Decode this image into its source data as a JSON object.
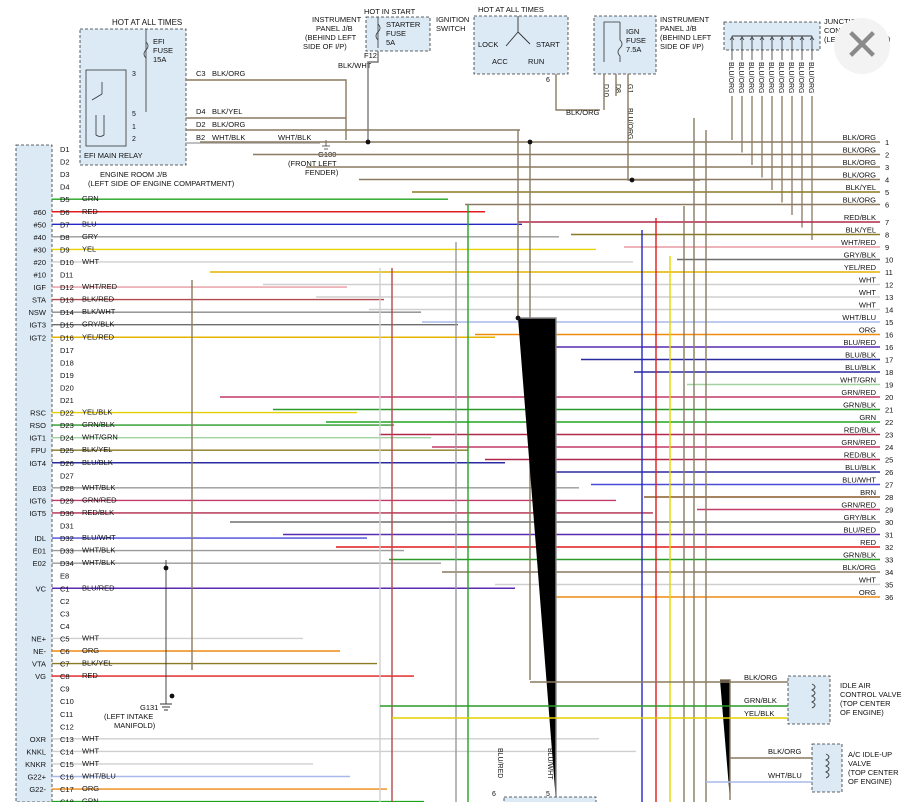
{
  "top_labels": {
    "hot_all_times_left": "HOT AT ALL TIMES",
    "efi_fuse": [
      "EFI",
      "FUSE",
      "15A"
    ],
    "efi_relay": "EFI MAIN RELAY",
    "engine_room_jb": [
      "ENGINE ROOM J/B",
      "(LEFT SIDE OF ENGINE COMPARTMENT)"
    ],
    "instrument_panel_jb_left": [
      "INSTRUMENT",
      "PANEL J/B",
      "(BEHIND LEFT",
      "SIDE OF I/P)"
    ],
    "hot_in_start": "HOT IN START",
    "starter_fuse": [
      "STARTER",
      "FUSE",
      "5A"
    ],
    "f12": "F12",
    "ignition_switch": [
      "IGNITION",
      "SWITCH"
    ],
    "hot_all_times_mid": "HOT AT ALL TIMES",
    "switch_positions": {
      "lock": "LOCK",
      "acc": "ACC",
      "start": "START",
      "run": "RUN"
    },
    "ign_fuse": [
      "IGN",
      "FUSE",
      "7.5A"
    ],
    "instrument_panel_jb_right": [
      "INSTRUMENT",
      "PANEL J/B",
      "(BEHIND LEFT",
      "SIDE OF I/P)"
    ],
    "junction_connector": [
      "JUNCTION",
      "CONNECTOR 3",
      "(LEFT SIDE OF I/P)"
    ],
    "g100": [
      "G100",
      "(FRONT LEFT",
      "FENDER)"
    ],
    "g131": [
      "G131",
      "(LEFT INTAKE",
      "MANIFOLD)"
    ]
  },
  "relay_pins": {
    "c3": "C3",
    "c3_wire": "BLK/ORG",
    "d4": "D4",
    "d4_wire": "BLK/YEL",
    "d2": "D2",
    "d2_wire": "BLK/ORG",
    "b2": "B2",
    "b2_wire": "WHT/BLK",
    "g100_wire": "WHT/BLK",
    "pin3": "3",
    "pin5": "5",
    "pin1": "1",
    "pin2": "2"
  },
  "misc_wires": {
    "blk_wht": "BLK/WHT",
    "blk_org": "BLK/ORG",
    "pin6": "6",
    "d10": "D10",
    "d8": "D8",
    "g1": "G1",
    "g1_wire": "BLU/ORG",
    "jc_wires": [
      "BLU/ORG",
      "BLU/ORG",
      "BLU/ORG",
      "BLU/ORG",
      "BLU/ORG",
      "BLU/ORG",
      "BLU/ORG",
      "BLU/ORG",
      "BLU/ORG"
    ],
    "bottom_wire_a": "BLU/RED",
    "bottom_wire_b": "BLU/WHT",
    "bottom_pin_a": "6",
    "bottom_pin_b": "5"
  },
  "ecm_pins": [
    {
      "sig": "",
      "pin": "D1",
      "wire": "",
      "color": ""
    },
    {
      "sig": "",
      "pin": "D2",
      "wire": "",
      "color": ""
    },
    {
      "sig": "",
      "pin": "D3",
      "wire": "",
      "color": ""
    },
    {
      "sig": "",
      "pin": "D4",
      "wire": "",
      "color": ""
    },
    {
      "sig": "",
      "pin": "D5",
      "wire": "GRN",
      "color": "#1ea51e"
    },
    {
      "sig": "#60",
      "pin": "D6",
      "wire": "RED",
      "color": "#e11b1b"
    },
    {
      "sig": "#50",
      "pin": "D7",
      "wire": "BLU",
      "color": "#2228c8"
    },
    {
      "sig": "#40",
      "pin": "D8",
      "wire": "GRY",
      "color": "#9a9a9a"
    },
    {
      "sig": "#30",
      "pin": "D9",
      "wire": "YEL",
      "color": "#e7d400"
    },
    {
      "sig": "#20",
      "pin": "D10",
      "wire": "WHT",
      "color": "#cfcfcf"
    },
    {
      "sig": "#10",
      "pin": "D11",
      "wire": "",
      "color": ""
    },
    {
      "sig": "IGF",
      "pin": "D12",
      "wire": "WHT/RED",
      "color": "#e89aa0"
    },
    {
      "sig": "STA",
      "pin": "D13",
      "wire": "BLK/RED",
      "color": "#b5484c"
    },
    {
      "sig": "NSW",
      "pin": "D14",
      "wire": "BLK/WHT",
      "color": "#8a8a8a"
    },
    {
      "sig": "IGT3",
      "pin": "D15",
      "wire": "GRY/BLK",
      "color": "#6e6e6e"
    },
    {
      "sig": "IGT2",
      "pin": "D16",
      "wire": "YEL/RED",
      "color": "#e3b400"
    },
    {
      "sig": "",
      "pin": "D17",
      "wire": "",
      "color": ""
    },
    {
      "sig": "",
      "pin": "D18",
      "wire": "",
      "color": ""
    },
    {
      "sig": "",
      "pin": "D19",
      "wire": "",
      "color": ""
    },
    {
      "sig": "",
      "pin": "D20",
      "wire": "",
      "color": ""
    },
    {
      "sig": "",
      "pin": "D21",
      "wire": "",
      "color": ""
    },
    {
      "sig": "RSC",
      "pin": "D22",
      "wire": "YEL/BLK",
      "color": "#e3d000"
    },
    {
      "sig": "RSO",
      "pin": "D23",
      "wire": "GRN/BLK",
      "color": "#2a9a2a"
    },
    {
      "sig": "IGT1",
      "pin": "D24",
      "wire": "WHT/GRN",
      "color": "#9fd29f"
    },
    {
      "sig": "FPU",
      "pin": "D25",
      "wire": "BLK/YEL",
      "color": "#8a7a22"
    },
    {
      "sig": "IGT4",
      "pin": "D26",
      "wire": "BLU/BLK",
      "color": "#2a2aa0"
    },
    {
      "sig": "",
      "pin": "D27",
      "wire": "",
      "color": ""
    },
    {
      "sig": "E03",
      "pin": "D28",
      "wire": "WHT/BLK",
      "color": "#9a9a9a"
    },
    {
      "sig": "IGT6",
      "pin": "D29",
      "wire": "GRN/RED",
      "color": "#c03a6a"
    },
    {
      "sig": "IGT5",
      "pin": "D30",
      "wire": "RED/BLK",
      "color": "#b0284a"
    },
    {
      "sig": "",
      "pin": "D31",
      "wire": "",
      "color": ""
    },
    {
      "sig": "IDL",
      "pin": "D32",
      "wire": "BLU/WHT",
      "color": "#4a4ad8"
    },
    {
      "sig": "E01",
      "pin": "D33",
      "wire": "WHT/BLK",
      "color": "#9a9a9a"
    },
    {
      "sig": "E02",
      "pin": "D34",
      "wire": "WHT/BLK",
      "color": "#9a9a9a"
    },
    {
      "sig": "",
      "pin": "E8",
      "wire": "",
      "color": ""
    },
    {
      "sig": "VC",
      "pin": "C1",
      "wire": "BLU/RED",
      "color": "#5a2ab0"
    },
    {
      "sig": "",
      "pin": "C2",
      "wire": "",
      "color": ""
    },
    {
      "sig": "",
      "pin": "C3",
      "wire": "",
      "color": ""
    },
    {
      "sig": "",
      "pin": "C4",
      "wire": "",
      "color": ""
    },
    {
      "sig": "NE+",
      "pin": "C5",
      "wire": "WHT",
      "color": "#cfcfcf"
    },
    {
      "sig": "NE-",
      "pin": "C6",
      "wire": "ORG",
      "color": "#ef8a10"
    },
    {
      "sig": "VTA",
      "pin": "C7",
      "wire": "BLK/YEL",
      "color": "#8a7a22"
    },
    {
      "sig": "VG",
      "pin": "C8",
      "wire": "RED",
      "color": "#e11b1b"
    },
    {
      "sig": "",
      "pin": "C9",
      "wire": "",
      "color": ""
    },
    {
      "sig": "",
      "pin": "C10",
      "wire": "",
      "color": ""
    },
    {
      "sig": "",
      "pin": "C11",
      "wire": "",
      "color": ""
    },
    {
      "sig": "",
      "pin": "C12",
      "wire": "",
      "color": ""
    },
    {
      "sig": "OXR",
      "pin": "C13",
      "wire": "WHT",
      "color": "#cfcfcf"
    },
    {
      "sig": "KNKL",
      "pin": "C14",
      "wire": "WHT",
      "color": "#cfcfcf"
    },
    {
      "sig": "KNKR",
      "pin": "C15",
      "wire": "WHT",
      "color": "#cfcfcf"
    },
    {
      "sig": "G22+",
      "pin": "C16",
      "wire": "WHT/BLU",
      "color": "#a8b8e8"
    },
    {
      "sig": "G22-",
      "pin": "C17",
      "wire": "ORG",
      "color": "#ef8a10"
    },
    {
      "sig": "",
      "pin": "C18",
      "wire": "GRN",
      "color": "#1ea51e"
    }
  ],
  "right_terminals": [
    {
      "wire": "BLK/ORG",
      "num": "1"
    },
    {
      "wire": "BLK/ORG",
      "num": "2"
    },
    {
      "wire": "BLK/ORG",
      "num": "3"
    },
    {
      "wire": "BLK/ORG",
      "num": "4"
    },
    {
      "wire": "BLK/YEL",
      "num": "5"
    },
    {
      "wire": "BLK/ORG",
      "num": "6"
    },
    {
      "wire": "RED/BLK",
      "num": "7"
    },
    {
      "wire": "BLK/YEL",
      "num": "8"
    },
    {
      "wire": "WHT/RED",
      "num": "9"
    },
    {
      "wire": "GRY/BLK",
      "num": "10"
    },
    {
      "wire": "YEL/RED",
      "num": "11"
    },
    {
      "wire": "WHT",
      "num": "12"
    },
    {
      "wire": "WHT",
      "num": "13"
    },
    {
      "wire": "WHT",
      "num": "14"
    },
    {
      "wire": "WHT/BLU",
      "num": "15"
    },
    {
      "wire": "ORG",
      "num": "16"
    },
    {
      "wire": "BLU/RED",
      "num": "16"
    },
    {
      "wire": "BLU/BLK",
      "num": "17"
    },
    {
      "wire": "BLU/BLK",
      "num": "18"
    },
    {
      "wire": "WHT/GRN",
      "num": "19"
    },
    {
      "wire": "GRN/RED",
      "num": "20"
    },
    {
      "wire": "GRN/BLK",
      "num": "21"
    },
    {
      "wire": "GRN",
      "num": "22"
    },
    {
      "wire": "RED/BLK",
      "num": "23"
    },
    {
      "wire": "GRN/RED",
      "num": "24"
    },
    {
      "wire": "RED/BLK",
      "num": "25"
    },
    {
      "wire": "BLU/BLK",
      "num": "26"
    },
    {
      "wire": "BLU/WHT",
      "num": "27"
    },
    {
      "wire": "BRN",
      "num": "28"
    },
    {
      "wire": "GRN/RED",
      "num": "29"
    },
    {
      "wire": "GRY/BLK",
      "num": "30"
    },
    {
      "wire": "BLU/RED",
      "num": "31"
    },
    {
      "wire": "RED",
      "num": "32"
    },
    {
      "wire": "GRN/BLK",
      "num": "33"
    },
    {
      "wire": "BLK/ORG",
      "num": "34"
    },
    {
      "wire": "WHT",
      "num": "35"
    },
    {
      "wire": "ORG",
      "num": "36"
    }
  ],
  "right_devices": {
    "iac_label": [
      "IDLE AIR",
      "CONTROL VALVE",
      "(TOP CENTER",
      "OF ENGINE)"
    ],
    "iac_wires": [
      "BLK/ORG",
      "GRN/BLK",
      "YEL/BLK"
    ],
    "ac_label": [
      "A/C IDLE-UP",
      "VALVE",
      "(TOP CENTER",
      "OF ENGINE)"
    ],
    "ac_wires": [
      "BLK/ORG",
      "WHT/BLU"
    ]
  },
  "close_glyph": "✕"
}
